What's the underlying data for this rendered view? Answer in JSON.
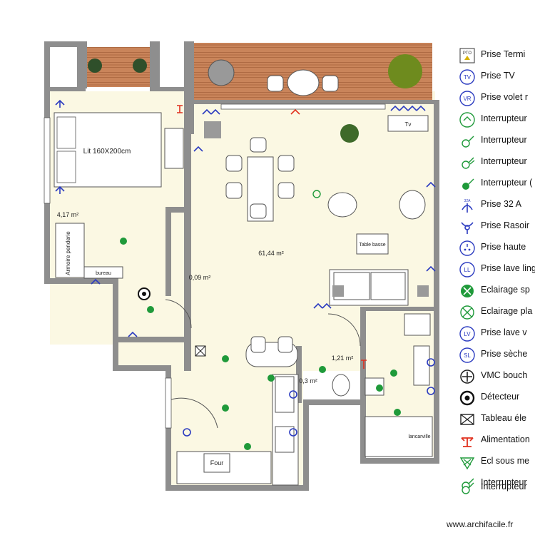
{
  "rooms": {
    "bed_label": "Lit 160X200cm",
    "wardrobe_label": "Armoire penderie",
    "desk_label": "bureau",
    "coffee_table_label": "Table basse",
    "oven_label": "Four",
    "shower_label": "lancarville",
    "tv_label": "Tv",
    "areas": {
      "main": "61,44 m²",
      "small_storage": "4,17 m²",
      "closet": "0,09 m²",
      "wc": "1,21 m²",
      "niche": "0,3 m²"
    }
  },
  "legend": [
    {
      "icon": "pto-icon",
      "label": "Prise Termi"
    },
    {
      "icon": "tv-socket-icon",
      "label": "Prise TV"
    },
    {
      "icon": "shutter-socket-icon",
      "label": "Prise volet r"
    },
    {
      "icon": "switch-round-icon",
      "label": "Interrupteur"
    },
    {
      "icon": "switch-circle-icon",
      "label": "Interrupteur"
    },
    {
      "icon": "switch-double-icon",
      "label": "Interrupteur"
    },
    {
      "icon": "switch-filled-icon",
      "label": "Interrupteur ("
    },
    {
      "icon": "socket-32a-icon",
      "label": "Prise 32 A"
    },
    {
      "icon": "razor-socket-icon",
      "label": "Prise Rasoir"
    },
    {
      "icon": "high-socket-icon",
      "label": "Prise haute"
    },
    {
      "icon": "laundry-socket-icon",
      "label": "Prise lave ling"
    },
    {
      "icon": "spot-light-icon",
      "label": "Eclairage sp"
    },
    {
      "icon": "ceiling-light-icon",
      "label": "Eclairage pla"
    },
    {
      "icon": "dishwasher-socket-icon",
      "label": "Prise lave v"
    },
    {
      "icon": "dryer-socket-icon",
      "label": "Prise sèche"
    },
    {
      "icon": "vmc-icon",
      "label": "VMC bouch"
    },
    {
      "icon": "detector-icon",
      "label": "Détecteur"
    },
    {
      "icon": "panel-icon",
      "label": "Tableau éle"
    },
    {
      "icon": "power-supply-icon",
      "label": "Alimentation"
    },
    {
      "icon": "under-cabinet-light-icon",
      "label": "Ecl sous me"
    },
    {
      "icon": "switch-small-icon",
      "label": "Interrupteur"
    },
    {
      "icon": "switch-small-2-icon",
      "label": "Interrupteur"
    }
  ],
  "watermark": "www.archifacile.fr",
  "colors": {
    "wall": "#8e8e8e",
    "floor": "#fbf8e3",
    "deck": "#c9845a",
    "blue_symbol": "#2b3bc0",
    "green_symbol": "#1f9a3a",
    "red_symbol": "#e0301e"
  }
}
